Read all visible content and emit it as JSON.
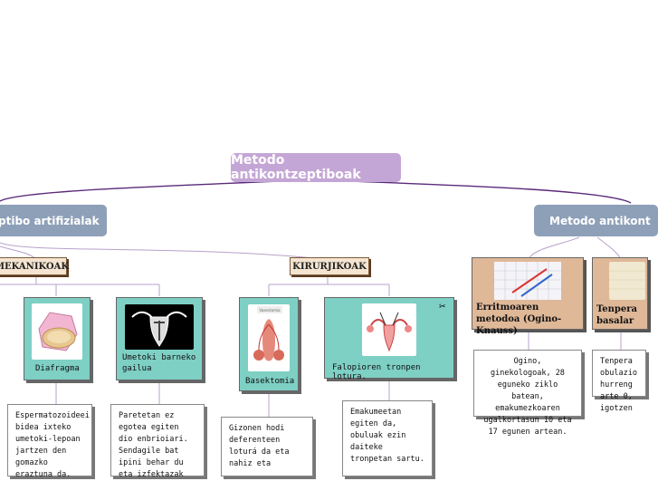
{
  "root": {
    "title": "Metodo antikontzeptiboak"
  },
  "branches": {
    "left": {
      "label": "ptibo artifizialak"
    },
    "right": {
      "label": "Metodo antikont"
    }
  },
  "groups": {
    "mekanikoak": {
      "label": "MEKANIKOAK"
    },
    "kirurjikoak": {
      "label": "KIRURJIKOAK"
    }
  },
  "nodes": {
    "diafragma": {
      "label": "Diafragma",
      "note": "Espermatozoideei bidea ixteko umetoki-lepoan jartzen den gomazko eraztuna da."
    },
    "umetoki": {
      "label": "Umetoki barneko gailua",
      "note": "Paretetan ez egotea egiten dio enbrioiari. Sendagile bat ipini behar du eta izfektazak"
    },
    "basektomia": {
      "label": "Basektomia",
      "img_text": "Vasectomia",
      "note": "Gizonen hodi deferenteen loturá da eta nahiz eta"
    },
    "falopioren": {
      "label": "Falopioren tronpen lotura.",
      "note": "Emakumeetan egiten da, obuluak ezin daiteke tronpetan sartu."
    },
    "erritmoaren": {
      "label": "Erritmoaren metodoa (Ogino-Knauss)",
      "note": "Ogino, ginekologoak, 28 eguneko ziklo batean, emakumezkoaren ugalkortasun 10 eta 17 egunen artean."
    },
    "tenperatura": {
      "label": "Tenpera basalar",
      "note": "Tenpera obulazio hurreng arte 0, igotzen"
    }
  },
  "colors": {
    "root": "#c4a6d6",
    "branch": "#8ea0b8",
    "teal": "#7ecfc4",
    "tan": "#dfb898",
    "line": "#6a3a8a"
  }
}
